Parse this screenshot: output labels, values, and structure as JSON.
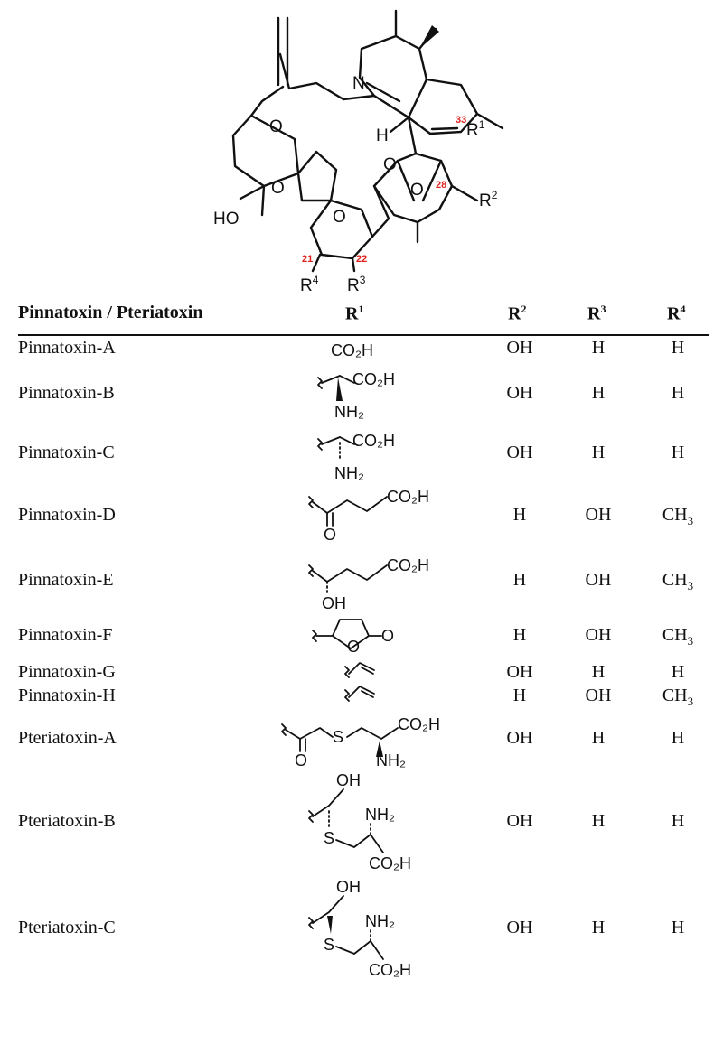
{
  "structure": {
    "atoms": {
      "N": "N",
      "H": "H",
      "O1": "O",
      "O2": "O",
      "O3": "O",
      "O4": "O",
      "HO": "HO",
      "R1": "R",
      "R1s": "1",
      "R2": "R",
      "R2s": "2",
      "R3": "R",
      "R3s": "3",
      "R4": "R",
      "R4s": "4"
    },
    "numbers": {
      "n33": "33",
      "n28": "28",
      "n21": "21",
      "n22": "22"
    }
  },
  "table": {
    "headers": {
      "name": "Pinnatoxin / Pteriatoxin",
      "r1": "R",
      "r1s": "1",
      "r2": "R",
      "r2s": "2",
      "r3": "R",
      "r3s": "3",
      "r4": "R",
      "r4s": "4"
    },
    "rows": [
      {
        "name": "Pinnatoxin-A",
        "r2": "OH",
        "r3": "H",
        "r4": "H"
      },
      {
        "name": "Pinnatoxin-B",
        "r2": "OH",
        "r3": "H",
        "r4": "H"
      },
      {
        "name": "Pinnatoxin-C",
        "r2": "OH",
        "r3": "H",
        "r4": "H"
      },
      {
        "name": "Pinnatoxin-D",
        "r2": "H",
        "r3": "OH",
        "r4": "CH3"
      },
      {
        "name": "Pinnatoxin-E",
        "r2": "H",
        "r3": "OH",
        "r4": "CH3"
      },
      {
        "name": "Pinnatoxin-F",
        "r2": "H",
        "r3": "OH",
        "r4": "CH3"
      },
      {
        "name": "Pinnatoxin-G",
        "r2": "OH",
        "r3": "H",
        "r4": "H"
      },
      {
        "name": "Pinnatoxin-H",
        "r2": "H",
        "r3": "OH",
        "r4": "CH3"
      },
      {
        "name": "Pteriatoxin-A",
        "r2": "OH",
        "r3": "H",
        "r4": "H"
      },
      {
        "name": "Pteriatoxin-B",
        "r2": "OH",
        "r3": "H",
        "r4": "H"
      },
      {
        "name": "Pteriatoxin-C",
        "r2": "OH",
        "r3": "H",
        "r4": "H"
      }
    ],
    "r1_labels": {
      "co2h": "CO₂H",
      "nh2": "NH₂",
      "o": "O",
      "oh": "OH",
      "s": "S"
    }
  }
}
